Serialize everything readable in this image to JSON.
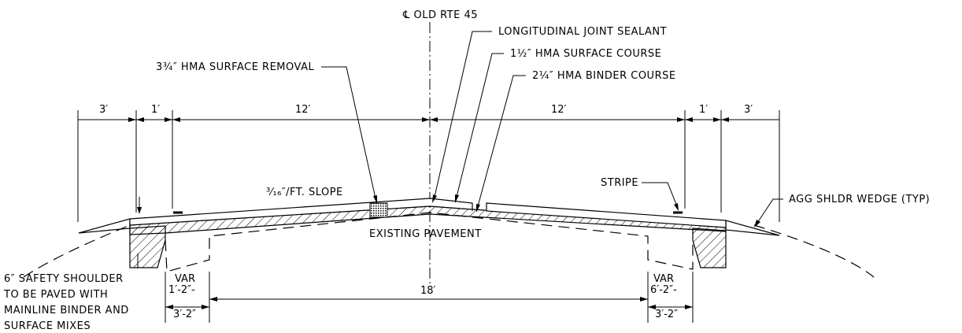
{
  "labels": {
    "centerline": "℄ OLD RTE 45",
    "joint_sealant": "LONGITUDINAL JOINT SEALANT",
    "surface_course": "1½″ HMA SURFACE COURSE",
    "binder_course": "2¼″ HMA BINDER COURSE",
    "surface_removal": "3¾″ HMA SURFACE REMOVAL",
    "slope": "³⁄₁₆″/FT. SLOPE",
    "stripe": "STRIPE",
    "agg_wedge": "AGG SHLDR WEDGE (TYP)",
    "existing_pavement": "EXISTING PAVEMENT",
    "safety_shoulder_1": "6″ SAFETY SHOULDER",
    "safety_shoulder_2": "TO BE PAVED WITH",
    "safety_shoulder_3": "MAINLINE BINDER AND",
    "safety_shoulder_4": "SURFACE MIXES"
  },
  "dimensions": {
    "left_shoulder": "3′",
    "left_offset": "1′",
    "left_lane": "12′",
    "right_lane": "12′",
    "right_offset": "1′",
    "right_shoulder": "3′",
    "left_var": "VAR",
    "left_var_value": "1′-2″-",
    "left_width": "3′-2″",
    "middle_width": "18′",
    "right_var": "VAR",
    "right_var_value": "6′-2″-",
    "right_width": "3′-2″"
  }
}
